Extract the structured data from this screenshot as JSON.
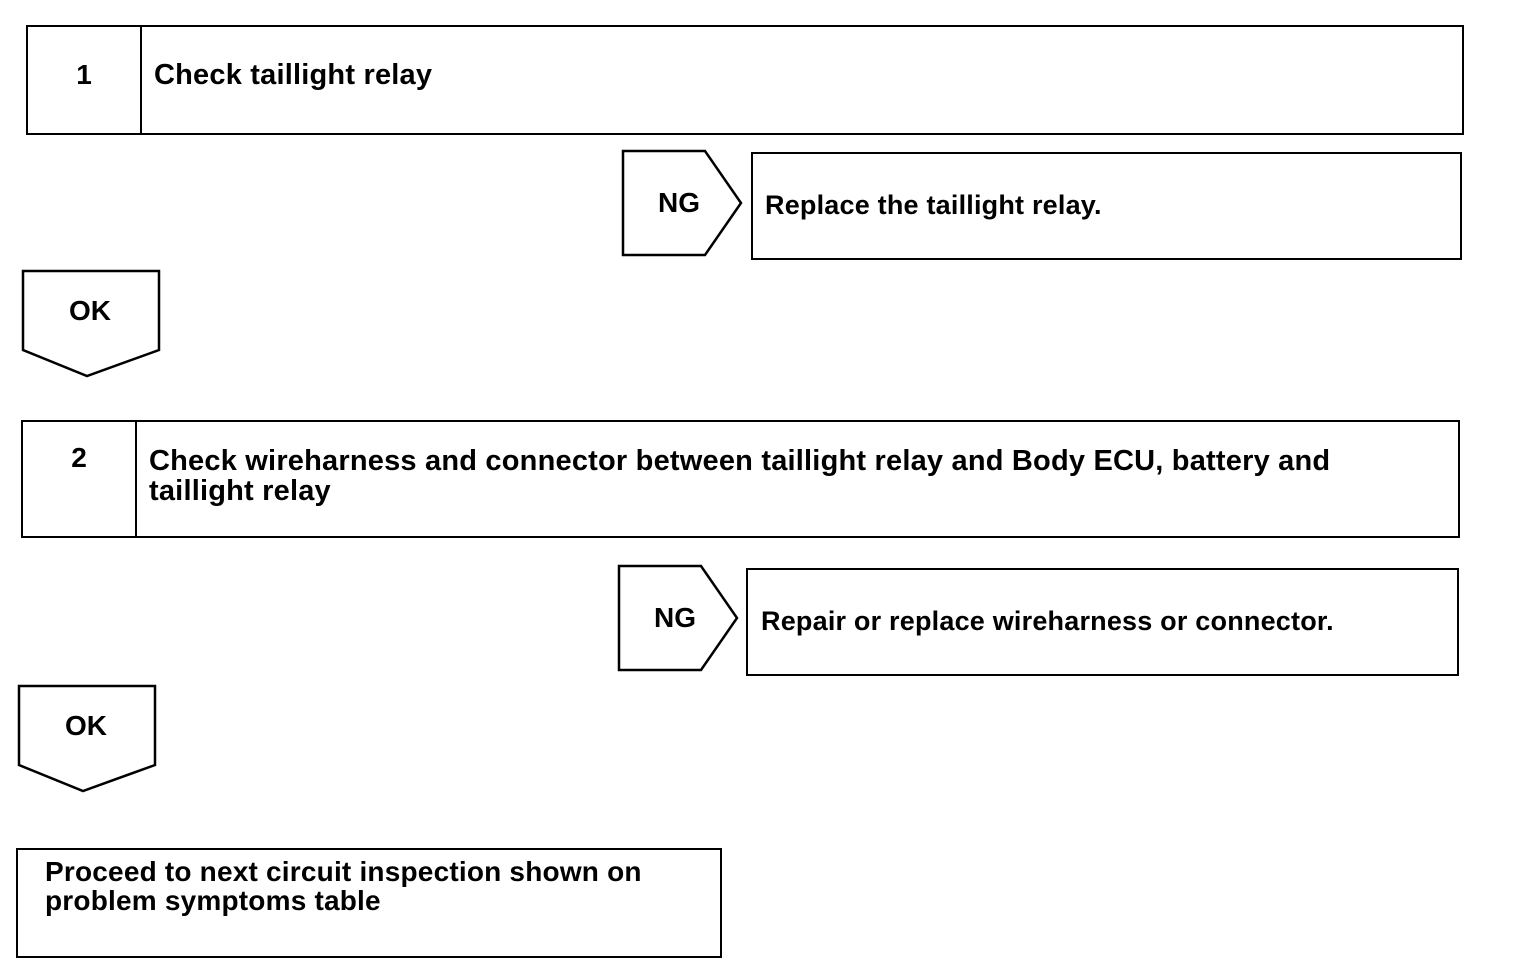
{
  "steps": [
    {
      "number": "1",
      "title": "Check taillight relay",
      "ng_label": "NG",
      "ng_action": "Replace the taillight relay.",
      "ok_label": "OK"
    },
    {
      "number": "2",
      "title": "Check wireharness and connector between taillight relay and Body ECU, battery and taillight relay",
      "ng_label": "NG",
      "ng_action": "Repair or replace wireharness or connector.",
      "ok_label": "OK"
    }
  ],
  "final_step": "Proceed to next circuit inspection shown on problem symptoms table"
}
